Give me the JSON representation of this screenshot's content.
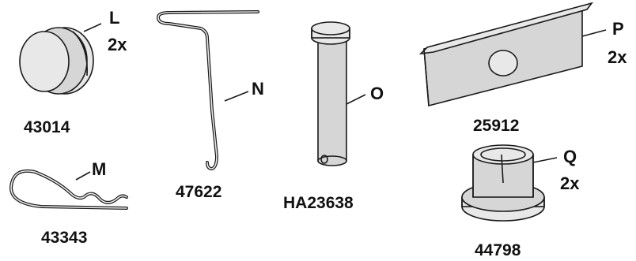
{
  "parts": [
    {
      "id": "L",
      "letter": "L",
      "qty": "2x",
      "number": "43014"
    },
    {
      "id": "M",
      "letter": "M",
      "qty": "",
      "number": "43343"
    },
    {
      "id": "N",
      "letter": "N",
      "qty": "",
      "number": "47622"
    },
    {
      "id": "O",
      "letter": "O",
      "qty": "",
      "number": "HA23638"
    },
    {
      "id": "P",
      "letter": "P",
      "qty": "2x",
      "number": "25912"
    },
    {
      "id": "Q",
      "letter": "Q",
      "qty": "2x",
      "number": "44798"
    }
  ]
}
